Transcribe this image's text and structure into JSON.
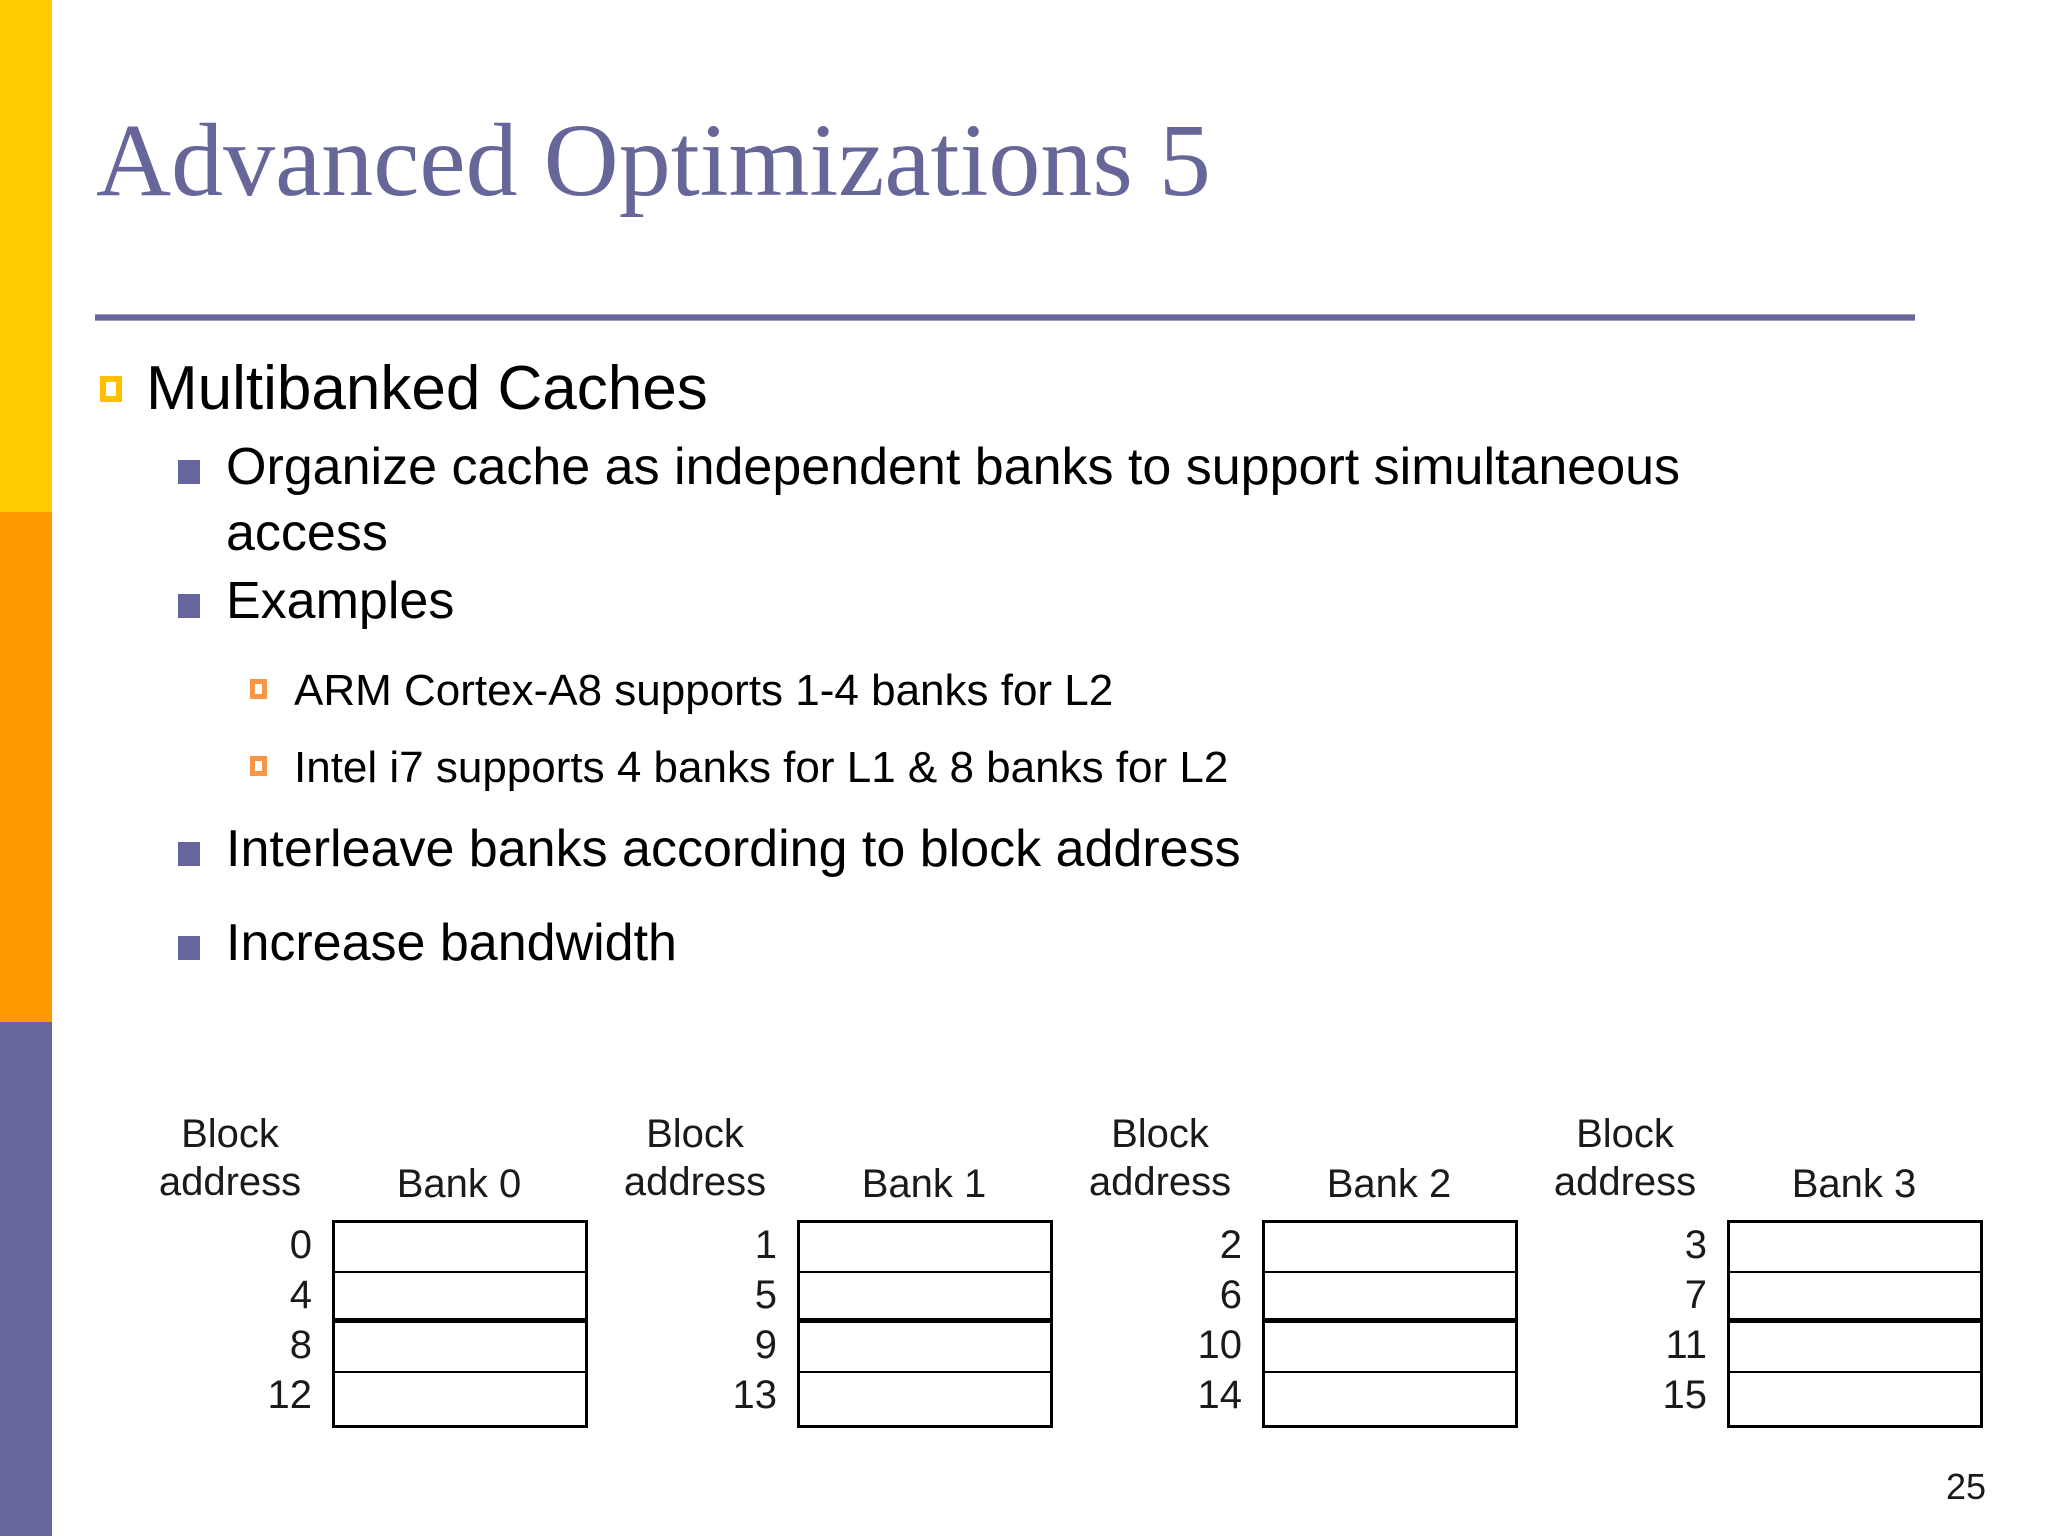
{
  "slide": {
    "title": "Advanced Optimizations 5",
    "page_number": "25",
    "accent_colors": {
      "title": "#666699",
      "rule": "#666699",
      "sidebar_yellow": "#FFCC00",
      "sidebar_orange": "#FF9900",
      "sidebar_purple": "#66669C",
      "bullet_level1": "#FFC000",
      "bullet_level2": "#66669C",
      "bullet_level3": "#F79646"
    }
  },
  "body": {
    "level1": "Multibanked Caches",
    "bullets": [
      {
        "level": 2,
        "text": "Organize cache as independent banks to support simultaneous access"
      },
      {
        "level": 2,
        "text": "Examples"
      },
      {
        "level": 3,
        "text": "ARM Cortex-A8 supports 1-4 banks for L2"
      },
      {
        "level": 3,
        "text": "Intel i7 supports 4 banks for L1 & 8 banks for L2"
      },
      {
        "level": 2,
        "text": "Interleave banks according to block address"
      },
      {
        "level": 2,
        "text": "Increase bandwidth"
      }
    ]
  },
  "diagram": {
    "address_label_line1": "Block",
    "address_label_line2": "address",
    "banks": [
      {
        "title": "Bank 0",
        "addresses": [
          "0",
          "4",
          "8",
          "12"
        ]
      },
      {
        "title": "Bank 1",
        "addresses": [
          "1",
          "5",
          "9",
          "13"
        ]
      },
      {
        "title": "Bank 2",
        "addresses": [
          "2",
          "6",
          "10",
          "14"
        ]
      },
      {
        "title": "Bank 3",
        "addresses": [
          "3",
          "7",
          "11",
          "15"
        ]
      }
    ]
  }
}
